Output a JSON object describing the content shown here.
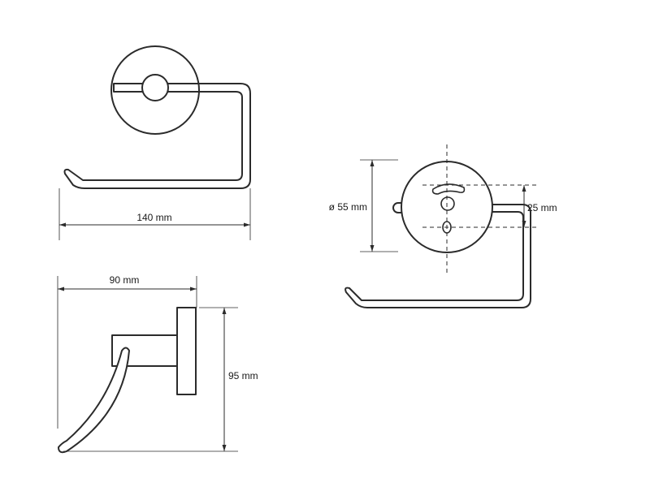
{
  "dimensions": {
    "width": "140 mm",
    "depth": "90 mm",
    "height": "95 mm",
    "diameter": "ø 55 mm",
    "offset": "25 mm"
  }
}
